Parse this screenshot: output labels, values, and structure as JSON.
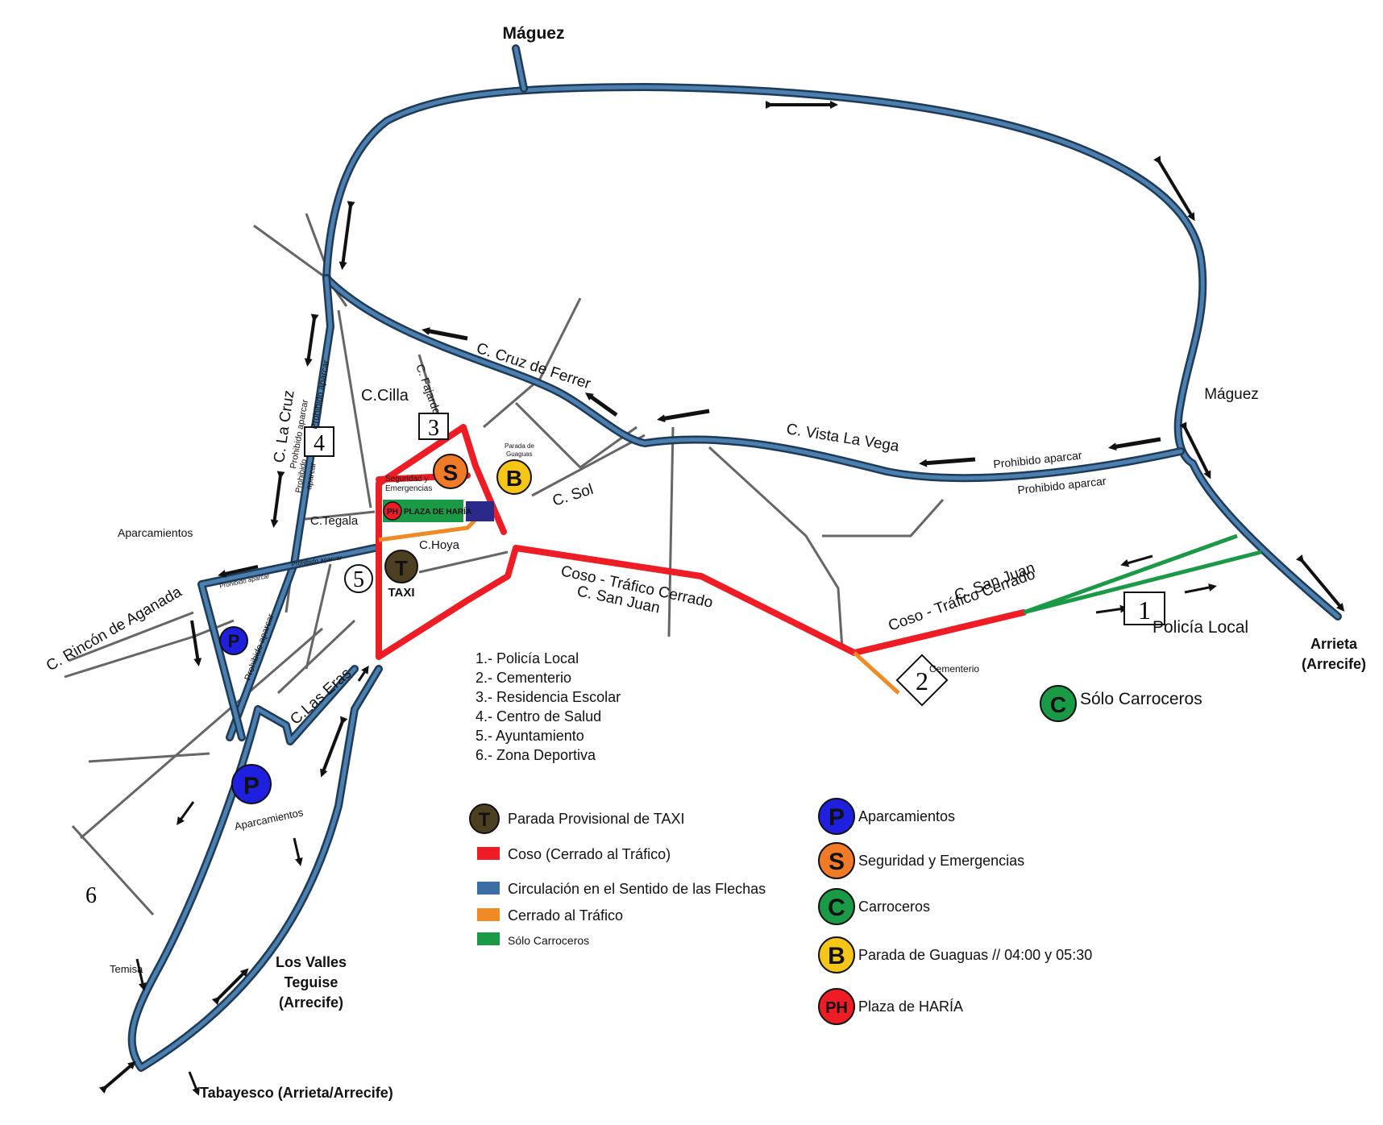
{
  "places": {
    "maguez_top": "Máguez",
    "maguez_right": "Máguez",
    "arrieta_line1": "Arrieta",
    "arrieta_line2": "(Arrecife)",
    "los_valles_line1": "Los Valles",
    "los_valles_line2": "Teguise",
    "los_valles_line3": "(Arrecife)",
    "tabayesco": "Tabayesco (Arrieta/Arrecife)",
    "temisa": "Temisa"
  },
  "streets": {
    "cruz_de_ferrer": "C. Cruz de Ferrer",
    "vista_la_vega": "C. Vista La Vega",
    "cilla": "C.Cilla",
    "fajardo": "C. Fajardo",
    "la_cruz": "C. La Cruz",
    "tegala": "C.Tegala",
    "hoya": "C.Hoya",
    "sol": "C. Sol",
    "rincon_aganada": "C. Rincón de Aganada",
    "las_eras": "C.Las Eras",
    "coso_san_juan_1": "Coso - Tráfico Cerrado",
    "coso_san_juan_2": "C. San Juan",
    "san_juan_right_1": "C. San Juan",
    "san_juan_right_2": "Coso - Tráfico Cerrado"
  },
  "notes": {
    "prohibido_1": "Prohibido aparcar",
    "prohibido_2": "Prohibido aparcar",
    "prohibido_lacruz_1": "Prohibido aparcar",
    "prohibido_lacruz_2": "Prohibido aparcar",
    "prohibido_small_1": "Prohibido",
    "prohibido_small_2": "aparcar",
    "prohibido_rincon": "Prohibido aparcar",
    "prohibido_hoya": "Prohibido aparcar",
    "prohibido_eras": "Prohibido aparcar",
    "aparcamientos_top": "Aparcamientos",
    "aparcamientos_bottom": "Aparcamientos",
    "parada_guaguas_1": "Parada de",
    "parada_guaguas_2": "Guaguas",
    "seguridad_1": "Seguridad y",
    "seguridad_2": "Emergencias",
    "plaza_label": "PLAZA DE HARÍA",
    "ph_badge": "PH",
    "taxi": "TAXI",
    "cementerio": "Cementerio",
    "policia_local": "Policía Local",
    "solo_carroceros": "Sólo Carroceros"
  },
  "numbers": {
    "n1": "1",
    "n2": "2",
    "n3": "3",
    "n4": "4",
    "n5": "5",
    "n6": "6"
  },
  "badges": {
    "P": "P",
    "S": "S",
    "B": "B",
    "C": "C",
    "T": "T"
  },
  "numbered_list": [
    "1.- Policía Local",
    "2.- Cementerio",
    "3.- Residencia Escolar",
    "4.- Centro de Salud",
    "5.- Ayuntamiento",
    "6.- Zona Deportiva"
  ],
  "legend_left": [
    {
      "type": "badge",
      "symbol": "T",
      "color": "#4d3f22",
      "label": "Parada Provisional de TAXI"
    },
    {
      "type": "swatch",
      "color": "#ee1c24",
      "label": "Coso (Cerrado al Tráfico)"
    },
    {
      "type": "swatch",
      "color": "#3a6ea5",
      "label": "Circulación en el Sentido de las Flechas"
    },
    {
      "type": "swatch",
      "color": "#f08a24",
      "label": "Cerrado al Tráfico"
    },
    {
      "type": "swatch",
      "color": "#1a9a47",
      "label": "Sólo Carroceros"
    }
  ],
  "legend_right": [
    {
      "symbol": "P",
      "color": "#1f1fe0",
      "label": "Aparcamientos"
    },
    {
      "symbol": "S",
      "color": "#f07a26",
      "label": "Seguridad y Emergencias"
    },
    {
      "symbol": "C",
      "color": "#1a9a47",
      "label": "Carroceros"
    },
    {
      "symbol": "B",
      "color": "#f5c518",
      "label": "Parada de Guaguas // 04:00 y 05:30"
    },
    {
      "symbol": "PH",
      "color": "#ee1c24",
      "label": "Plaza de HARÍA"
    }
  ],
  "colors": {
    "road_blue": "#4a7fb0",
    "road_blue_dark": "#1f3a55",
    "red": "#ee1c24",
    "orange": "#f08a24",
    "green": "#1a9a47",
    "parking_blue": "#1f1fe0",
    "taxi_brown": "#4d3f22",
    "bus_yellow": "#f5c518"
  }
}
